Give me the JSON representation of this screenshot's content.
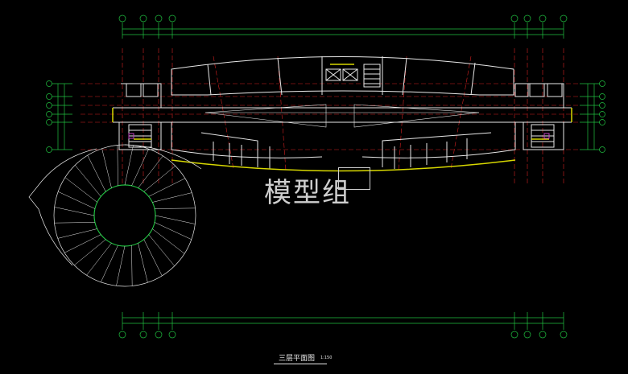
{
  "drawing": {
    "watermark": "模型组",
    "title": "三层平面图",
    "scale": "1:150"
  },
  "colors": {
    "background": "#000000",
    "wall": "#e8e8e8",
    "axis": "#d42020",
    "dimension": "#20c040",
    "grid_bubble": "#20c040",
    "hatch": "#d8d800",
    "stair": "#e8e8e8",
    "accent_magenta": "#c040c0"
  },
  "icons": {
    "stair_symbol": "stair-icon",
    "elevator_symbol": "elevator-icon"
  }
}
